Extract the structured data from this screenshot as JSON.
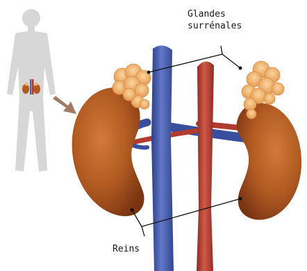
{
  "labels": {
    "adrenal_line1": "Glandes",
    "adrenal_line2": "surrénales",
    "kidneys": "Reins"
  },
  "colors": {
    "kidney": "#b05a22",
    "adrenal": "#f2b56b",
    "vein": "#4a5fb0",
    "artery": "#b23a2e",
    "silhouette": "#d7d7d7",
    "pointer_arrow": "#a07a62"
  }
}
